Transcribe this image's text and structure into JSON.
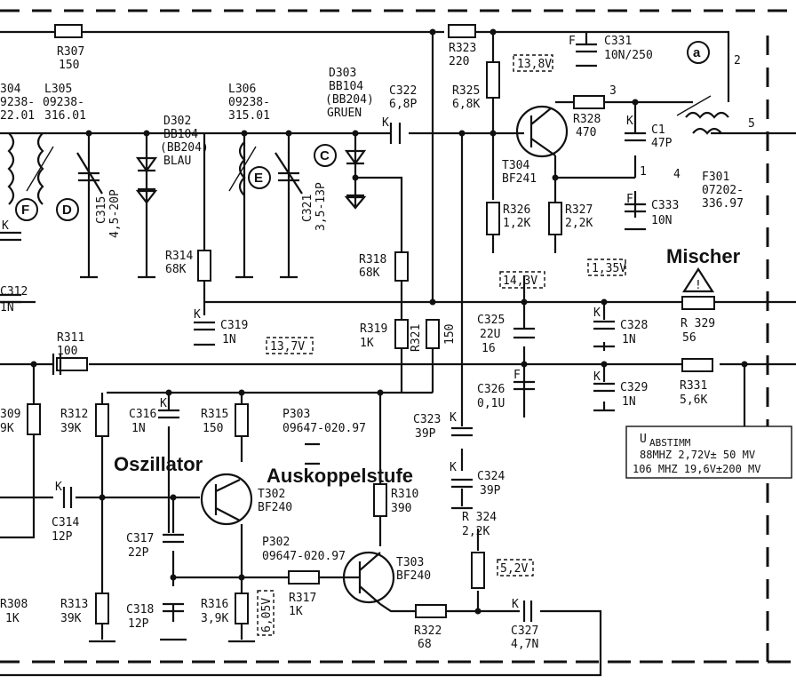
{
  "circuit": {
    "section_labels": {
      "mixer": "Mischer",
      "oscillator": "Oszillator",
      "decoupling": "Auskoppelstufe"
    },
    "markers": [
      "a",
      "C",
      "D",
      "E",
      "F"
    ],
    "coils": {
      "l304": {
        "ref": "304",
        "part": [
          "9238-",
          "22.01"
        ]
      },
      "l305": {
        "ref": "L305",
        "part": [
          "09238-",
          "316.01"
        ]
      },
      "l306": {
        "ref": "L306",
        "part": [
          "09238-",
          "315.01"
        ]
      },
      "f301": {
        "ref": "F301",
        "part": [
          "07202-",
          "336.97"
        ]
      },
      "pins": [
        "2",
        "3",
        "5",
        "1",
        "4"
      ]
    },
    "diodes": {
      "d302": [
        "D302",
        "BB104",
        "(BB204)",
        "BLAU"
      ],
      "d303": [
        "D303",
        "BB104",
        "(BB204)",
        "GRUEN"
      ]
    },
    "transistors": {
      "t302": [
        "T302",
        "BF240"
      ],
      "t303": [
        "T303",
        "BF240"
      ],
      "t304": [
        "T304",
        "BF241"
      ]
    },
    "resistors": {
      "r307": [
        "R307",
        "150"
      ],
      "r323": [
        "R323",
        "220"
      ],
      "r325": [
        "R325",
        "6,8K"
      ],
      "r328": [
        "R328",
        "470"
      ],
      "r326": [
        "R326",
        "1,2K"
      ],
      "r327": [
        "R327",
        "2,2K"
      ],
      "r314": [
        "R314",
        "68K"
      ],
      "r318": [
        "R318",
        "68K"
      ],
      "r319": [
        "R319",
        "1K"
      ],
      "r321": [
        "R321",
        "150"
      ],
      "r329": [
        "R 329",
        "56"
      ],
      "r331": [
        "R331",
        "5,6K"
      ],
      "r311": [
        "R311",
        "100"
      ],
      "r309": [
        "309",
        "9K"
      ],
      "r312": [
        "R312",
        "39K"
      ],
      "r315": [
        "R315",
        "150"
      ],
      "r310": [
        "R310",
        "390"
      ],
      "r324": [
        "R 324",
        "2,2K"
      ],
      "r313": [
        "R313",
        "39K"
      ],
      "r316": [
        "R316",
        "3,9K"
      ],
      "r317": [
        "R317",
        "1K"
      ],
      "r322": [
        "R322",
        "68"
      ],
      "r308": [
        "R308",
        "1K"
      ]
    },
    "capacitors": {
      "c331": [
        "C331",
        "10N/250"
      ],
      "c322": [
        "C322",
        "6,8P"
      ],
      "c1": [
        "C1",
        "47P"
      ],
      "c333": [
        "C333",
        "10N"
      ],
      "c315": [
        "C315",
        "4,5-20P"
      ],
      "c321": [
        "C321",
        "3,5-13P"
      ],
      "c312": [
        "C312",
        "1N"
      ],
      "c319": [
        "C319",
        "1N"
      ],
      "c325": [
        "C325",
        "22U",
        "16"
      ],
      "c328": [
        "C328",
        "1N"
      ],
      "c326": [
        "C326",
        "0,1U"
      ],
      "c329": [
        "C329",
        "1N"
      ],
      "c316": [
        "C316",
        "1N"
      ],
      "c323": [
        "C323",
        "39P"
      ],
      "c324": [
        "C324",
        "39P"
      ],
      "c314": [
        "C314",
        "12P"
      ],
      "c317": [
        "C317",
        "22P"
      ],
      "c318": [
        "C318",
        "12P"
      ],
      "c327": [
        "C327",
        "4,7N"
      ]
    },
    "cap_marks": [
      "F",
      "K"
    ],
    "voltages": [
      "13,8V",
      "1,35V",
      "14,3V",
      "13,7V",
      "5,2V",
      "6,05V"
    ],
    "test_points": {
      "p303": [
        "P303",
        "09647-020.97"
      ],
      "p302": [
        "P302",
        "09647-020.97"
      ]
    },
    "tuning_table": {
      "title_u": "U",
      "title_sub": "ABSTIMM",
      "rows": [
        "88MHZ 2,72V± 50 MV",
        "106 MHZ 19,6V±200 MV"
      ]
    },
    "warning_symbol": "!"
  }
}
